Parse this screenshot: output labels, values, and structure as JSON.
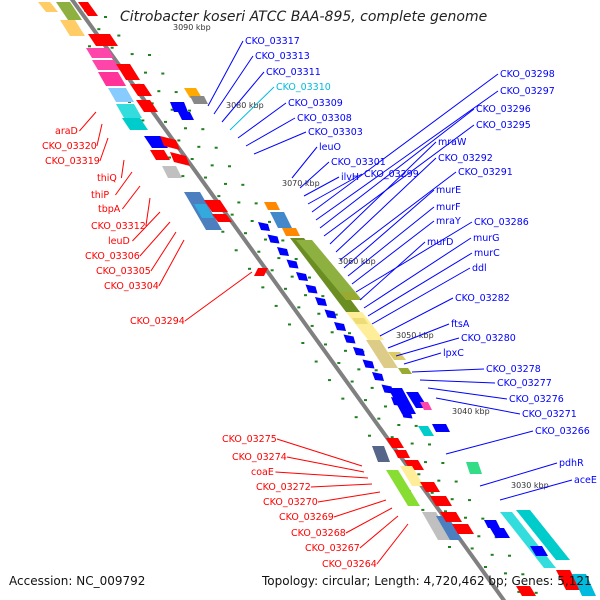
{
  "title": "Citrobacter koseri ATCC BAA-895, complete genome",
  "footer": {
    "accession": "Accession: NC_009792",
    "summary": "Topology: circular; Length: 4,720,462 bp; Genes: 5,121"
  },
  "ticks": [
    "3090 kbp",
    "3080 kbp",
    "3070 kbp",
    "3060 kbp",
    "3050 kbp",
    "3040 kbp",
    "3030 kbp"
  ],
  "colors": {
    "forward": "#ff0000",
    "reverse": "#0000ff",
    "highlight": "#00bbdd",
    "backbone": "#808080",
    "dot": "#208020"
  },
  "forward_genes": [
    "araD",
    "CKO_03320",
    "CKO_03319",
    "thiQ",
    "thiP",
    "tbpA",
    "CKO_03312",
    "leuD",
    "CKO_03306",
    "CKO_03305",
    "CKO_03304",
    "CKO_03294",
    "CKO_03275",
    "CKO_03274",
    "coaE",
    "CKO_03272",
    "CKO_03270",
    "CKO_03269",
    "CKO_03268",
    "CKO_03267",
    "CKO_03264"
  ],
  "reverse_genes": [
    "CKO_03317",
    "CKO_03313",
    "CKO_03311",
    "CKO_03310",
    "CKO_03309",
    "CKO_03308",
    "CKO_03303",
    "leuO",
    "CKO_03301",
    "ilvH",
    "CKO_03299",
    "CKO_03298",
    "CKO_03297",
    "CKO_03296",
    "CKO_03295",
    "mraW",
    "CKO_03292",
    "CKO_03291",
    "murE",
    "murF",
    "mraY",
    "CKO_03286",
    "murD",
    "murG",
    "murC",
    "ddl",
    "CKO_03282",
    "ftsA",
    "CKO_03280",
    "lpxC",
    "CKO_03278",
    "CKO_03277",
    "CKO_03276",
    "CKO_03271",
    "CKO_03266",
    "pdhR",
    "aceE"
  ],
  "highlighted_gene": "CKO_03310"
}
